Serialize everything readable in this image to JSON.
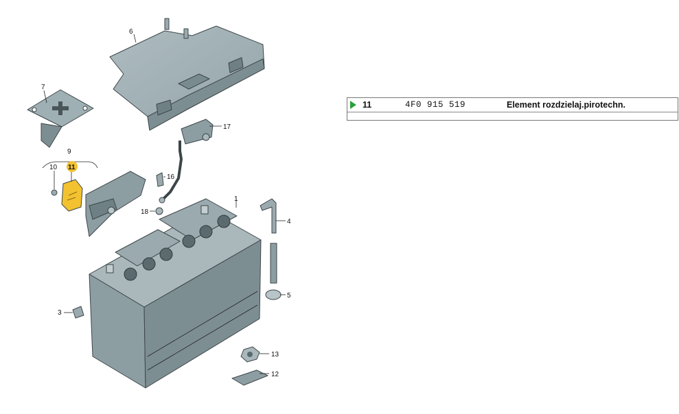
{
  "callouts": {
    "c1": "1",
    "c3": "3",
    "c4": "4",
    "c5": "5",
    "c6": "6",
    "c7": "7",
    "c9": "9",
    "c10": "10",
    "c11": "11",
    "c12": "12",
    "c13": "13",
    "c16": "16",
    "c17": "17",
    "c18": "18"
  },
  "highlighted_part": "11",
  "colors": {
    "part_body": "#8d9ea3",
    "part_dark": "#6f8085",
    "highlight": "#f2c230",
    "arrow": "#29a03a"
  },
  "parts_table": {
    "rows": [
      {
        "number": "11",
        "part_number": "4F0  915  519",
        "description": "Element rozdzielaj.pirotechn."
      }
    ]
  }
}
